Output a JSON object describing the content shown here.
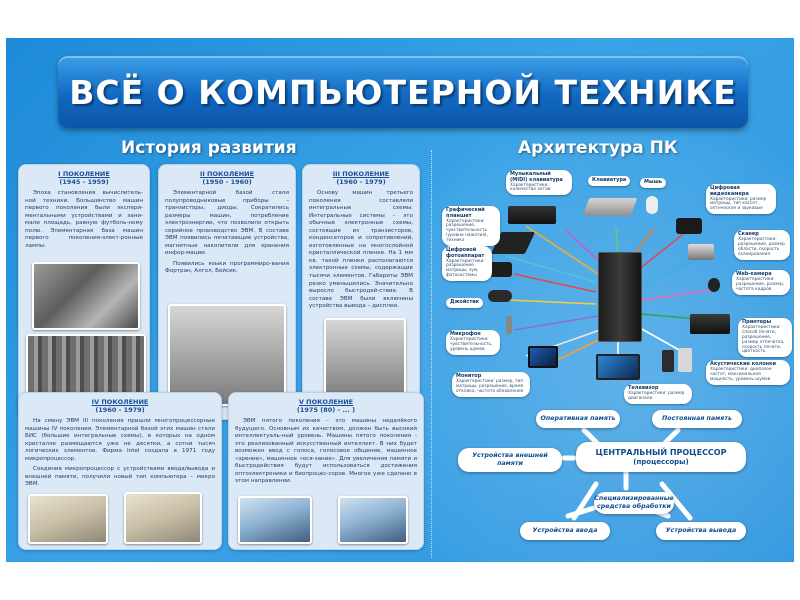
{
  "title": "ВСЁ О КОМПЬЮТЕРНОЙ ТЕХНИКЕ",
  "history": {
    "title": "История развития",
    "generations": [
      {
        "name": "I ПОКОЛЕНИЕ",
        "years": "(1945 - 1959)",
        "text": [
          "Эпоха становления вычислитель-ной техники. Большинство машин первого поколения были экспери-ментальными устройствами и зани-мали площадь, равную футболь-ному полю. Элементарная база машин первого поколения-элект-ронные лампы."
        ]
      },
      {
        "name": "II ПОКОЛЕНИЕ",
        "years": "(1950 - 1960)",
        "text": [
          "Элементарной базой стали полупроводниковые приборы – транзисторы, диоды. Сократились размеры машин, потребление электроэнергии, что позволило открыть серийное производство ЭВМ. В составе ЭВМ появились печатающие устройства, магнитные накопители для хранения инфор-мации.",
          "Появились языки программиро-вания Фортран, Алгол, Бейсик."
        ]
      },
      {
        "name": "III ПОКОЛЕНИЕ",
        "years": "(1960 - 1979)",
        "text": [
          "Основу машин третьего поколения составляли интегральные схемы. Интегральные системы – это обычные электронные схемы, состоящие из транзисторов, конденсаторов и сопротивлений, изготовленные на многослойной кристаллической пленке. На 1 мм кв. такой пленки располагаются электронные схемы, содержащие тысячи элементов. Габариты ЭВМ резко уменьшились. Значительно выросло быстродей-ствие. В составе ЭВМ были включены устройства вывода – дисплеи."
        ]
      },
      {
        "name": "IV ПОКОЛЕНИЕ",
        "years": "(1960 - 1979)",
        "text": [
          "На смену ЭВМ III поколения пришли многопроцессорные машины IV поколения. Элементарной базой этих машин стали БИС (большие интегральные схемы), в которых на одном кристалле размещаются уже не десятки, а сотни тысяч логических элементов. Фирма Intel создала в 1971 году микропроцессор.",
          "Соединив микропроцессор с устройствами ввода/вывода и внешней памяти, получили новый тип компьютера – микро ЭВМ."
        ]
      },
      {
        "name": "V ПОКОЛЕНИЕ",
        "years": "(1975 (80) - ... )",
        "text": [
          "ЭВМ пятого поколения – это машины недалёкого будущего. Основным их качеством, должен быть высокий интеллектуаль-ный уровень. Машины пятого поколения - это реализованный искусственный интеллект. В них будет возможен ввод с голоса, голосовое общение, машинное «зрение», машинное «ося-зание». Для увеличения памяти и быстродействия будут использоваться достижения оптоэлектроники и биопроцес-соров. Многое уже сделано в этом направлении."
        ]
      }
    ]
  },
  "architecture": {
    "title": "Архитектура ПК",
    "labels": [
      {
        "name": "Музыкальный (MIDI) клавиатура",
        "desc": "Характеристики: количество октав"
      },
      {
        "name": "Клавиатура",
        "desc": ""
      },
      {
        "name": "Мышь",
        "desc": ""
      },
      {
        "name": "Цифровая видеокамера",
        "desc": "Характеристики: размер матрицы, тип кассет, оптическое и звуковые"
      },
      {
        "name": "Графический планшет",
        "desc": "Характеристики: разрешение, чувствительность (уровни нажатия), техника"
      },
      {
        "name": "Сканер",
        "desc": "Характеристики: разрешение, размер области, скорость сканирования"
      },
      {
        "name": "Цифровой фотоаппарат",
        "desc": "Характеристики: разрешение матрицы, зум, фотосистемы"
      },
      {
        "name": "Web-камера",
        "desc": "Характеристики: разрешение, размер, частота кадров"
      },
      {
        "name": "Джойстик",
        "desc": ""
      },
      {
        "name": "Принтеры",
        "desc": "Характеристики: способ печати, разрешение, размер отпечатка, скорость печати, цветность"
      },
      {
        "name": "Микрофон",
        "desc": "Характеристики: чувствительность, уровень шумов"
      },
      {
        "name": "Акустические колонки",
        "desc": "Характеристики: диапазон частот, максимальная мощность, уровень шумов"
      },
      {
        "name": "Монитор",
        "desc": "Характеристики: размер, тип матрицы, разрешение, время отклика, частота обновления"
      },
      {
        "name": "Телевизор",
        "desc": "Характеристики: размер диагонали"
      }
    ],
    "flow": {
      "ram": "Оперативная память",
      "rom": "Постоянная память",
      "ext": "Устройства внешней памяти",
      "cpu_title": "ЦЕНТРАЛЬНЫЙ ПРОЦЕССОР",
      "cpu_sub": "(процессоры)",
      "spec": "Специализированные средства обработки",
      "input": "Устройства ввода",
      "output": "Устройства вывода"
    }
  },
  "colors": {
    "background": "#2d95df",
    "banner": "#1268c2",
    "card": "#dbe9f6",
    "arrow_white": "#ffffff"
  }
}
